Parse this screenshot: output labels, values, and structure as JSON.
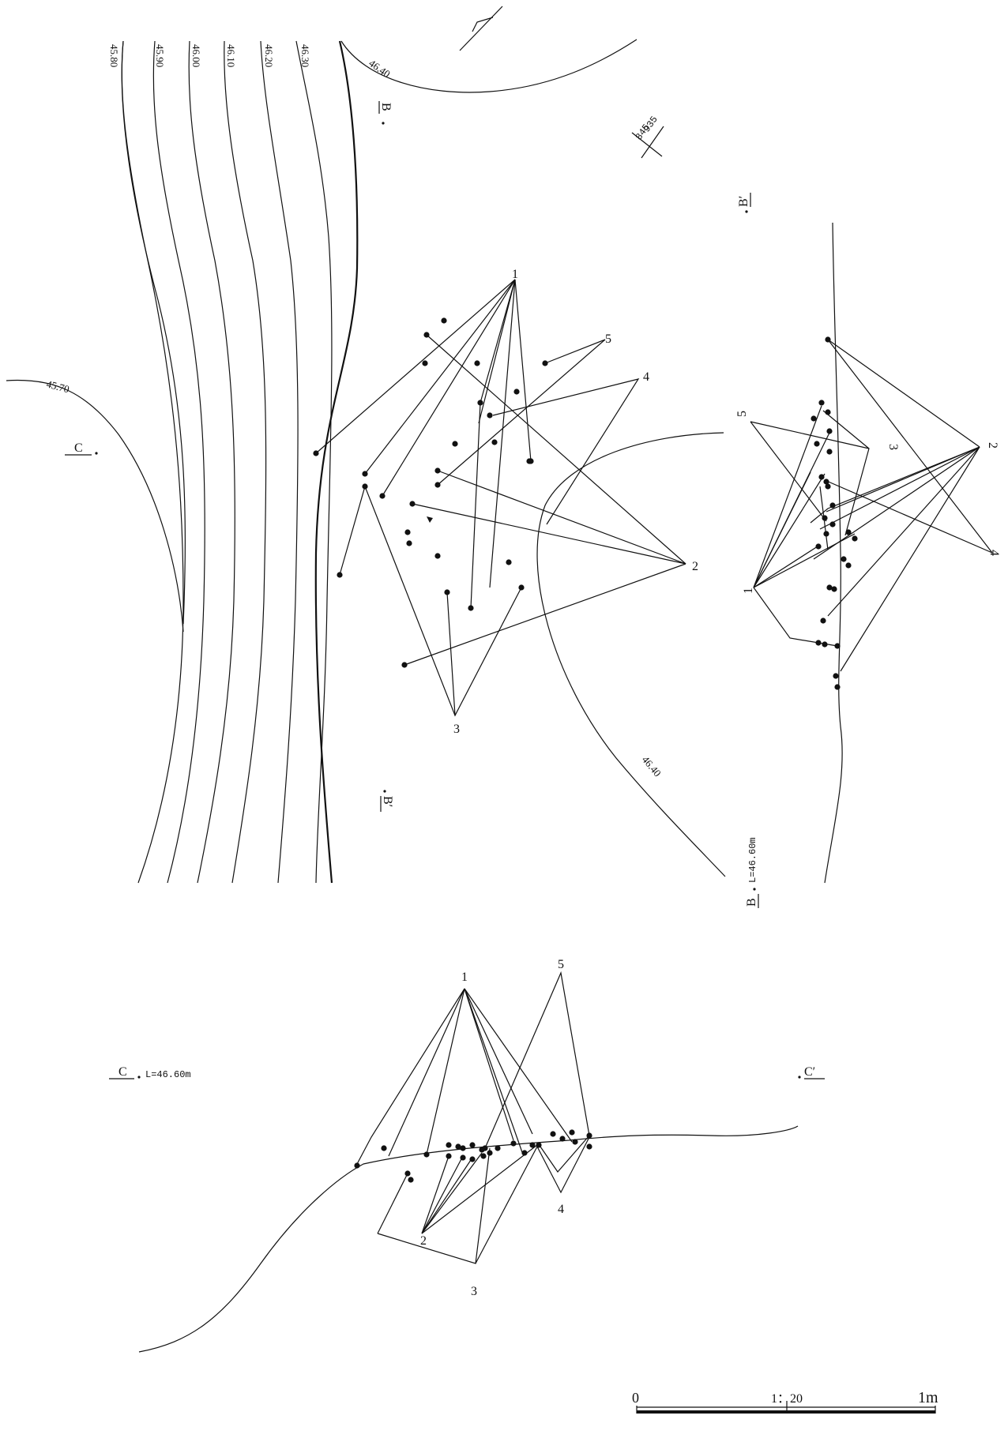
{
  "plan": {
    "contour_labels": [
      "45.80",
      "45.90",
      "46.00",
      "46.10",
      "46.20",
      "46.30",
      "46.40",
      "45.70",
      "46.40"
    ],
    "section_marks": {
      "b_top": "B",
      "b_bottom": "B′",
      "c_left": "C"
    },
    "grid_ref": {
      "a": "935",
      "b": "845"
    },
    "points": [
      "1",
      "2",
      "3",
      "4",
      "5"
    ]
  },
  "section_b": {
    "label_start": "B",
    "level": "L=46.60m",
    "label_end": "B′",
    "points": [
      "1",
      "2",
      "3",
      "4",
      "5"
    ]
  },
  "section_c": {
    "label_start": "C",
    "level": "L=46.60m",
    "label_end": "C′",
    "points": [
      "1",
      "2",
      "3",
      "4",
      "5"
    ]
  },
  "scale_bar": {
    "start": "0",
    "ratio": "1：20",
    "end": "1m"
  }
}
